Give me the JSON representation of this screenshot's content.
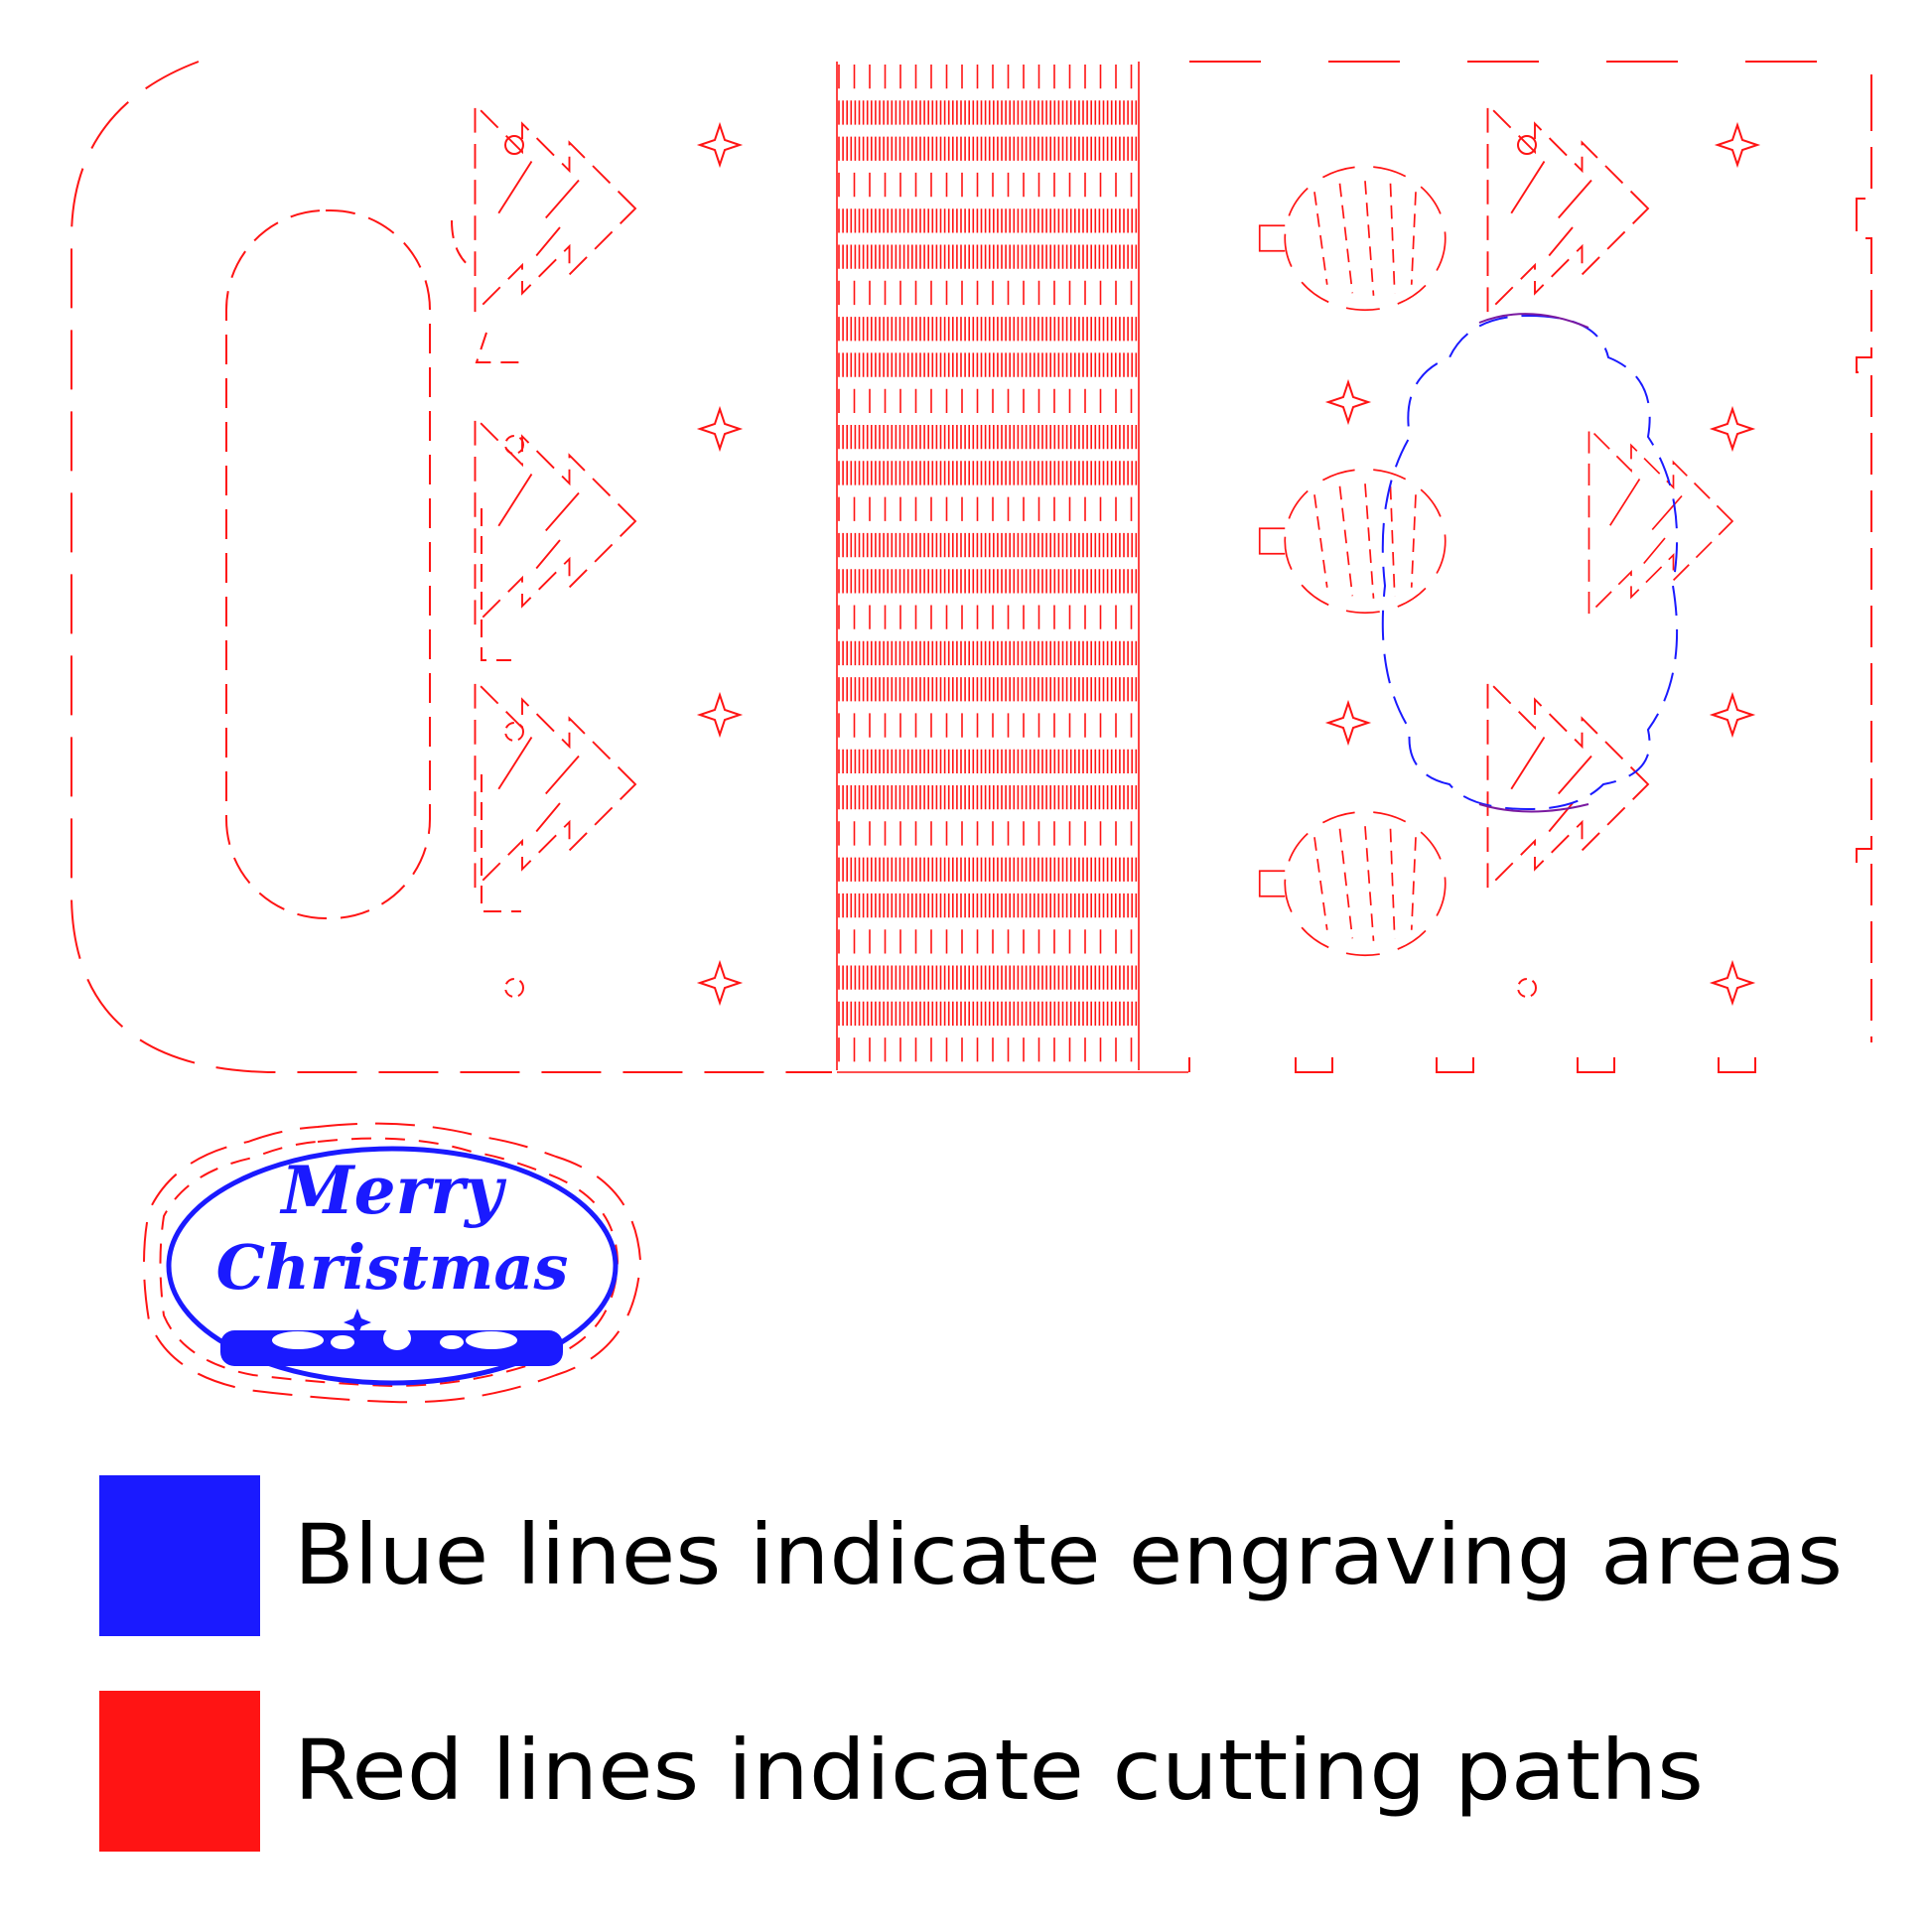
{
  "colors": {
    "engrave": "#1a1aff",
    "cut": "#ff1414",
    "background": "#ffffff",
    "text": "#000000"
  },
  "plaque": {
    "line1": "Merry",
    "line2": "Christmas"
  },
  "legend": [
    {
      "key": "blue",
      "color": "#1a1aff",
      "label": "Blue lines indicate engraving areas"
    },
    {
      "key": "red",
      "color": "#ff1414",
      "label": "Red lines indicate cutting paths"
    }
  ]
}
